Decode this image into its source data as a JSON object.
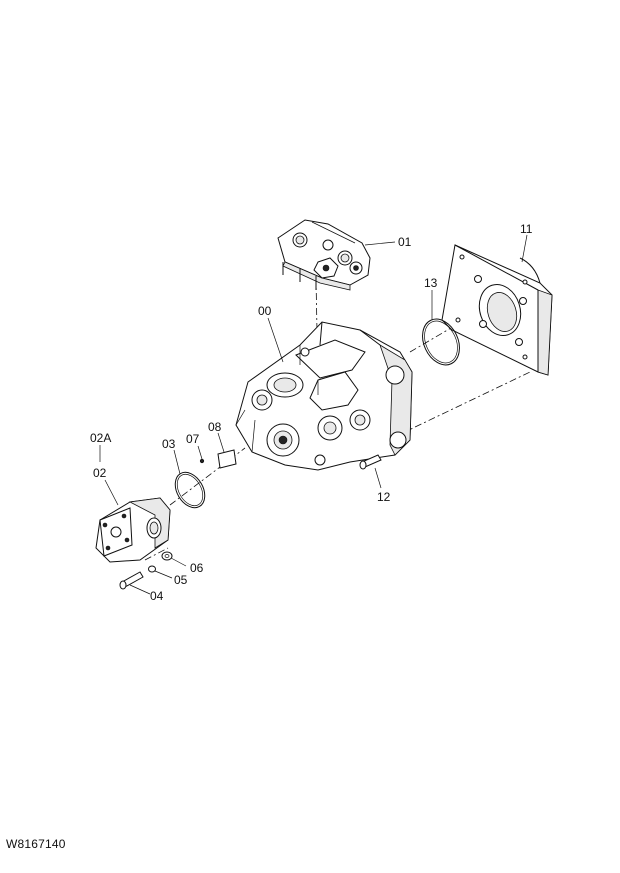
{
  "drawing_code": "W8167140",
  "callouts": {
    "c00": "00",
    "c01": "01",
    "c02": "02",
    "c02a": "02A",
    "c03": "03",
    "c04": "04",
    "c05": "05",
    "c06": "06",
    "c07": "07",
    "c08": "08",
    "c11": "11",
    "c12": "12",
    "c13": "13"
  }
}
